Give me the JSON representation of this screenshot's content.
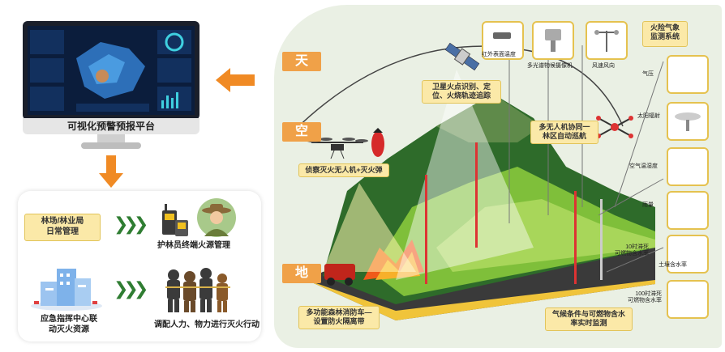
{
  "monitor": {
    "caption": "可视化预警预报平台"
  },
  "management": {
    "forest_bureau": "林场/林业局\n日常管理",
    "ranger": "护林员终端火源管理",
    "command": "应急指挥中心联\n动灭火资源",
    "dispatch": "调配人力、物力进行灭火行动"
  },
  "layers": {
    "sky": "天",
    "air": "空",
    "ground": "地"
  },
  "labels": {
    "satellite": "卫星火点识别、定\n位、火烧轨迹追踪",
    "drone_firefight": "侦察灭火无人机+灭火弹",
    "multi_drone": "多无人机协同一\n林区自动巡航",
    "fire_truck": "多功能森林消防车—\n设置防火隔离带",
    "ground_monitor": "气候条件与可燃物含水\n率实时监测",
    "weather_system": "火险气象\n监测系统",
    "infrared": "红外表面温度",
    "camera": "多光谱物候摄像机",
    "wind": "风速风向",
    "pressure": "气压",
    "radiation": "太阳辐射",
    "humidity": "空气温湿度",
    "rainfall": "雨量",
    "fuel_moisture_1": "10时滞死\n可燃物含水率",
    "soil_moisture": "土壤含水率",
    "fuel_moisture_2": "100时滞死\n可燃物含水率"
  },
  "colors": {
    "accent": "#f08a24",
    "panel": "#e8efe0",
    "sky_label": "#f0a148",
    "sensor_border": "#e5c24f"
  }
}
